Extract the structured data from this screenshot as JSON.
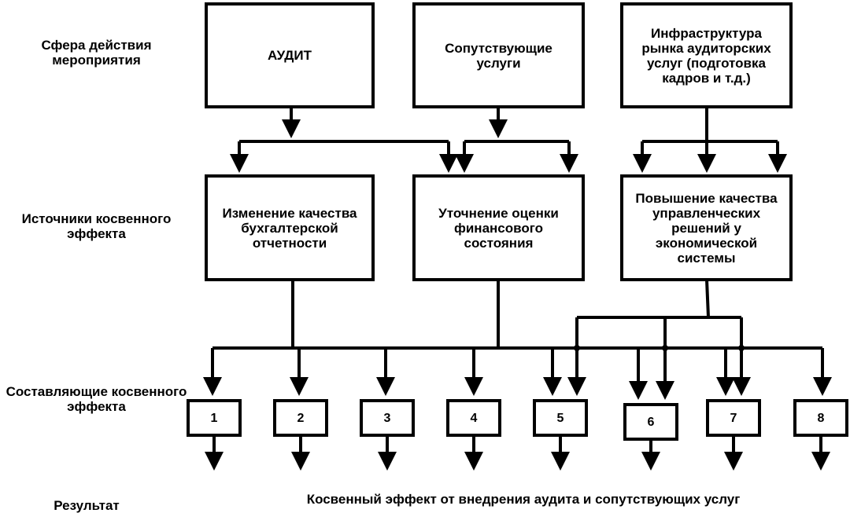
{
  "row_labels": {
    "scope": "Сфера действия мероприятия",
    "sources": "Источники косвенного эффекта",
    "components": "Составляющие косвенного эффекта",
    "result": "Результат"
  },
  "top_boxes": {
    "audit": "АУДИТ",
    "related": "Сопутствующие услуги",
    "infrastructure": "Инфраструктура рынка аудиторских услуг (подготовка кадров и т.д.)"
  },
  "source_boxes": {
    "reporting": "Изменение качества бухгалтерской отчетности",
    "assessment": "Уточнение оценки финансового состояния",
    "management": "Повышение качества управленческих решений у экономической системы"
  },
  "component_boxes": [
    "1",
    "2",
    "3",
    "4",
    "5",
    "6",
    "7",
    "8"
  ],
  "result_text": "Косвенный эффект от внедрения аудита и сопутствующих услуг"
}
